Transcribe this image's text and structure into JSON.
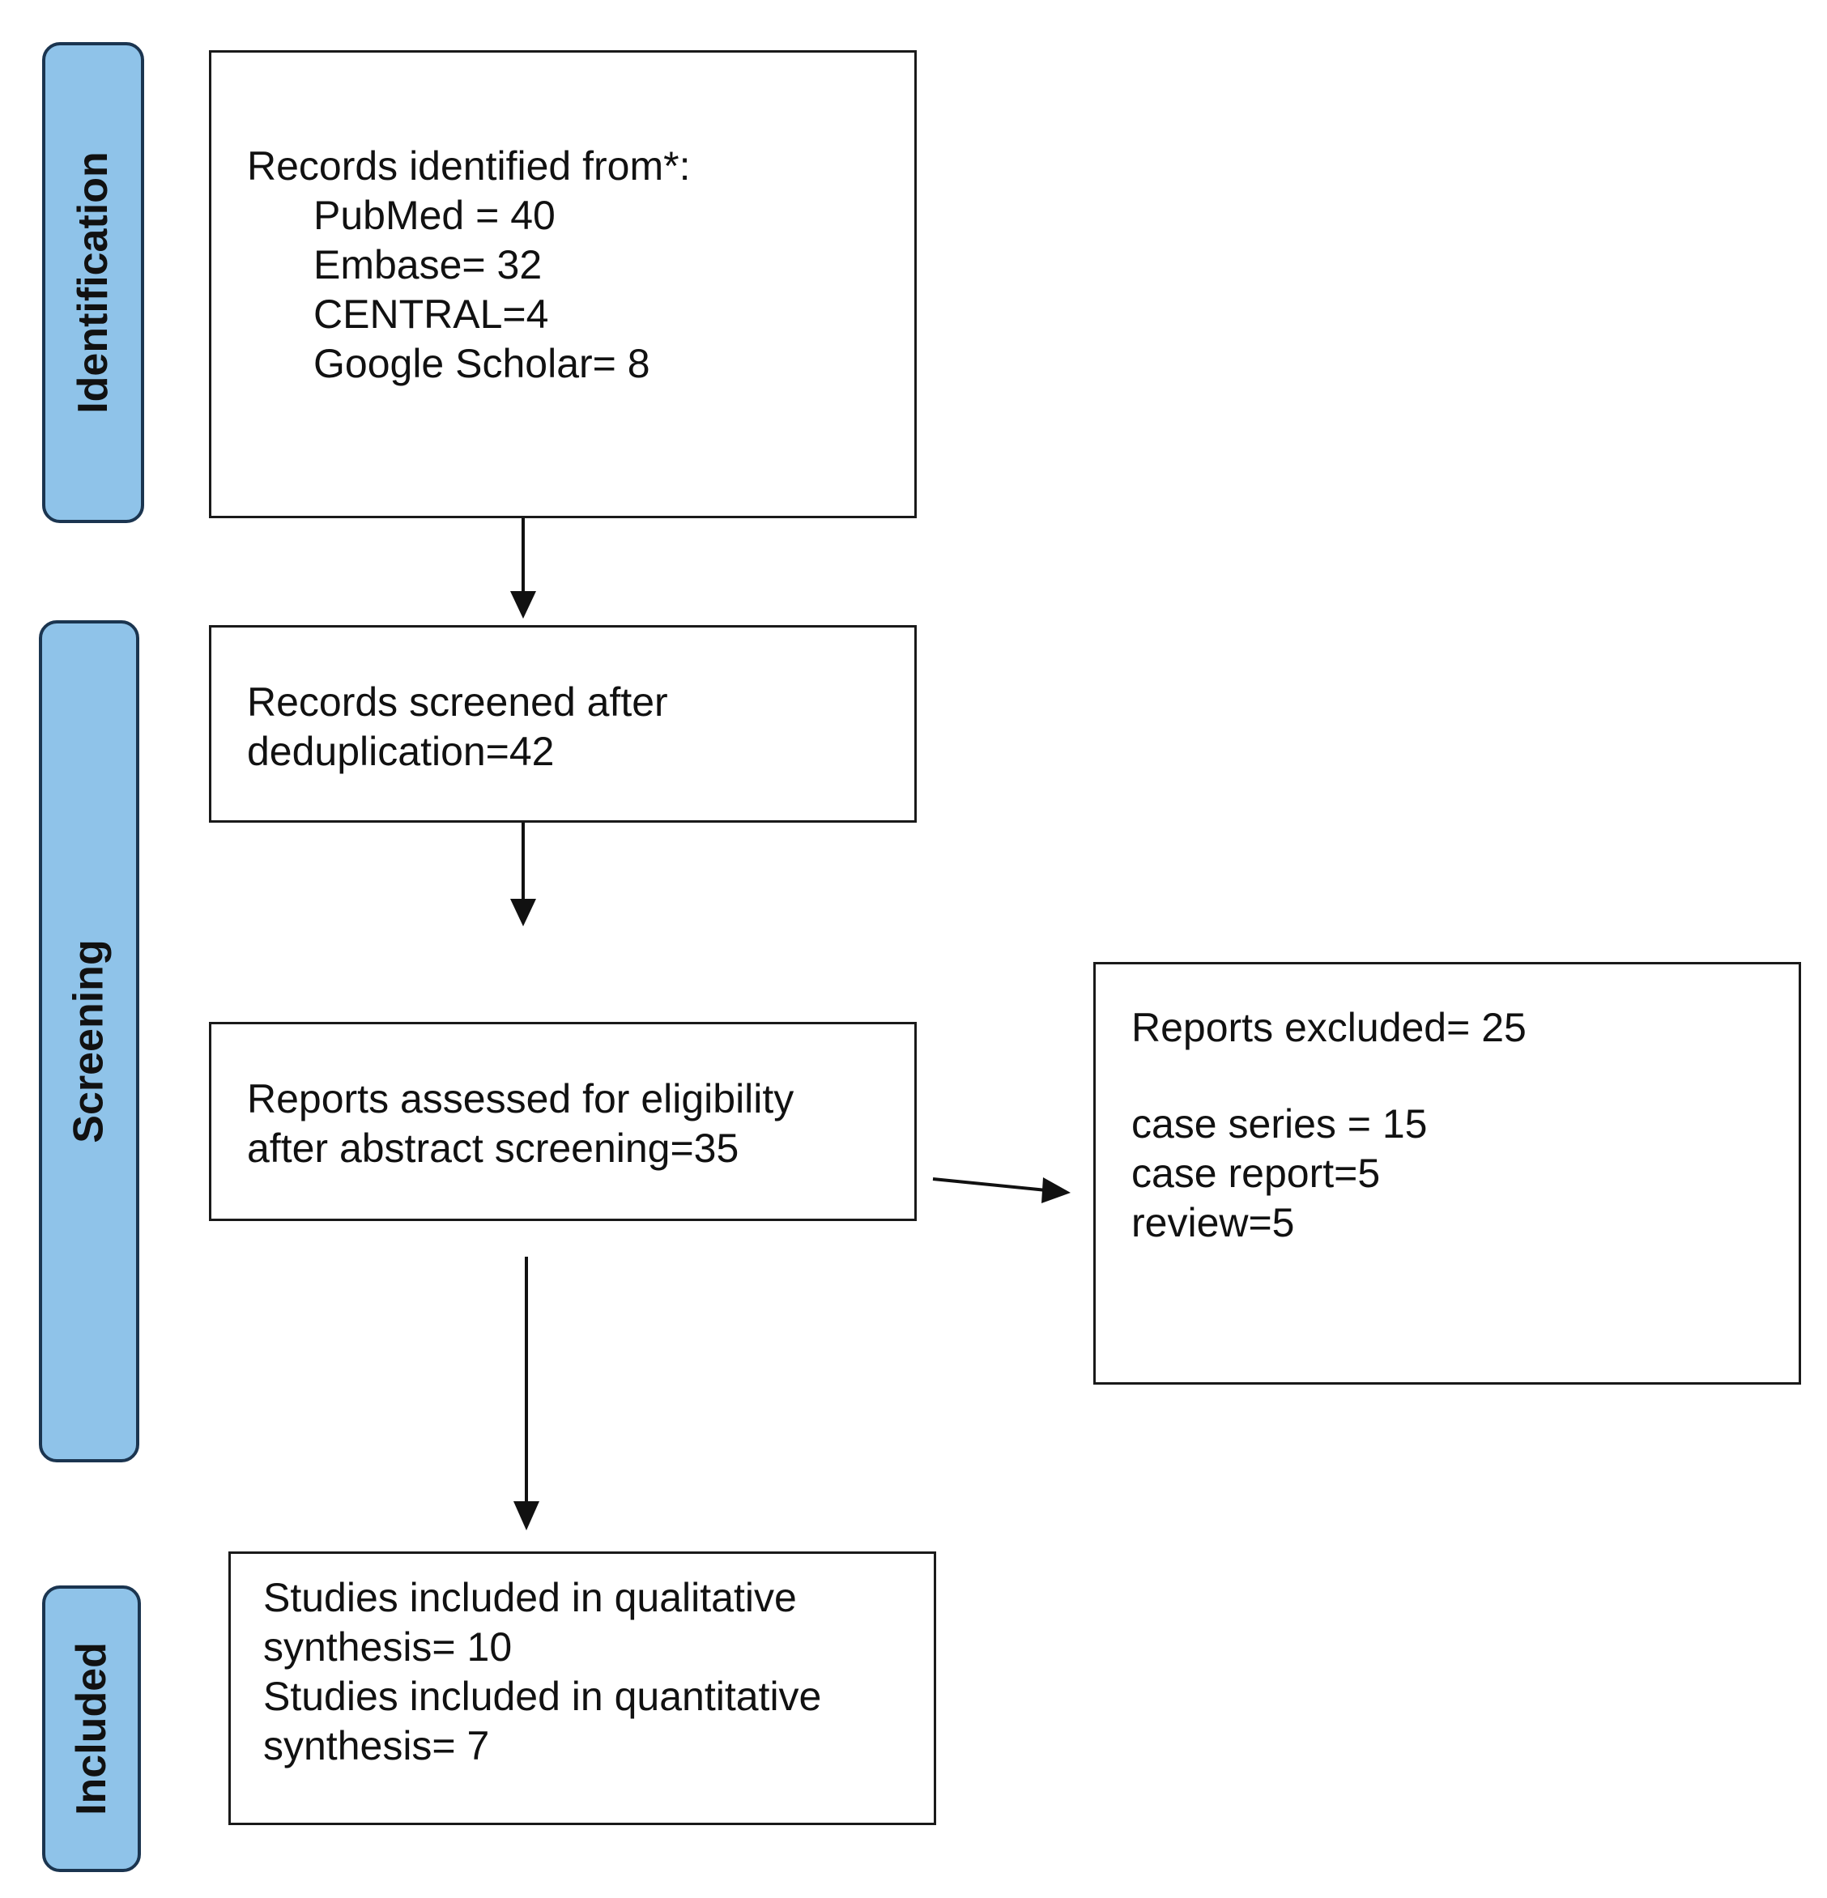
{
  "colors": {
    "stage_fill": "#8fc3e9",
    "stage_border": "#1b3550",
    "box_border": "#1a1a1a",
    "arrow": "#111111"
  },
  "stages": {
    "identification": "Identification",
    "screening": "Screening",
    "included": "Included"
  },
  "records_identified": {
    "heading": "Records identified from*:",
    "sources": [
      "PubMed = 40",
      "Embase= 32",
      "CENTRAL=4",
      "Google Scholar= 8"
    ]
  },
  "records_screened": {
    "lines": [
      "Records screened after",
      "deduplication=42"
    ]
  },
  "reports_assessed": {
    "lines": [
      "Reports assessed for eligibility",
      "after abstract screening=35"
    ]
  },
  "reports_excluded": {
    "heading": "Reports excluded= 25",
    "reasons": [
      "case series = 15",
      "case report=5",
      "review=5"
    ]
  },
  "studies_included": {
    "lines": [
      "Studies included in qualitative",
      "synthesis= 10",
      "Studies included in quantitative",
      "synthesis= 7"
    ]
  }
}
